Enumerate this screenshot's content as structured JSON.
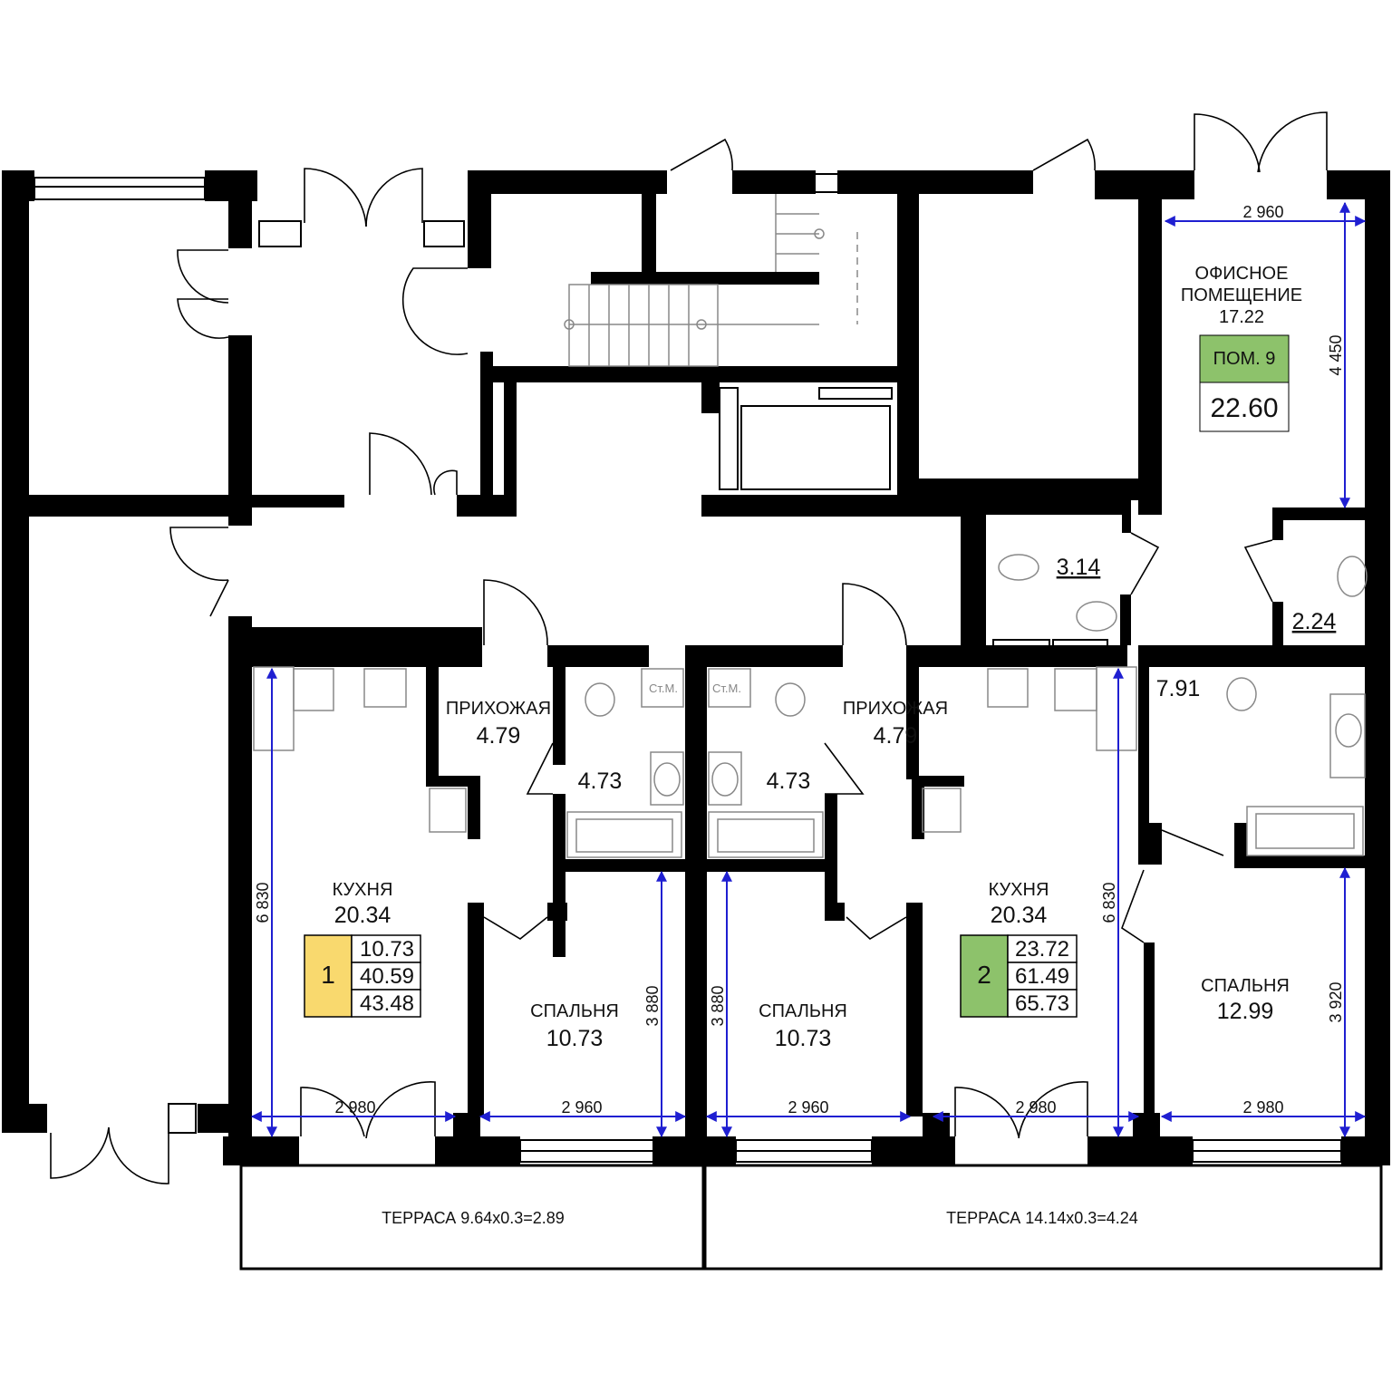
{
  "rooms": {
    "office_label_1": "ОФИСНОЕ",
    "office_label_2": "ПОМЕЩЕНИЕ",
    "office_area": "17.22",
    "wc_office_area": "3.14",
    "wc_office2_area": "2.24",
    "bath_right_area": "7.91",
    "hall_label": "ПРИХОЖАЯ",
    "hall_area": "4.79",
    "bath_area": "4.73",
    "kitchen_label": "КУХНЯ",
    "kitchen_area": "20.34",
    "bedroom_label": "СПАЛЬНЯ",
    "bedroom_area": "10.73",
    "bedroom_right_area": "12.99",
    "washer_label": "Ст.М."
  },
  "office_badge": {
    "title": "ПОМ. 9",
    "area": "22.60",
    "color": "#8dc26b"
  },
  "apartments": [
    {
      "number": "1",
      "values": [
        "10.73",
        "40.59",
        "43.48"
      ],
      "color": "#f9d96e"
    },
    {
      "number": "2",
      "values": [
        "23.72",
        "61.49",
        "65.73"
      ],
      "color": "#8dc26b"
    }
  ],
  "dimensions": {
    "office_width": "2 960",
    "office_depth": "4 450",
    "kitchen_depth": "6 830",
    "bedroom_depth": "3 880",
    "bedroom_right_depth": "3 920",
    "kitchen_width": "2 980",
    "bedroom_width": "2 960"
  },
  "terraces": {
    "left": "ТЕРРАСА 9.64x0.3=2.89",
    "right": "ТЕРРАСА 14.14x0.3=4.24"
  },
  "colors": {
    "dimension_line": "#1f1fd1",
    "wall": "#000000"
  }
}
